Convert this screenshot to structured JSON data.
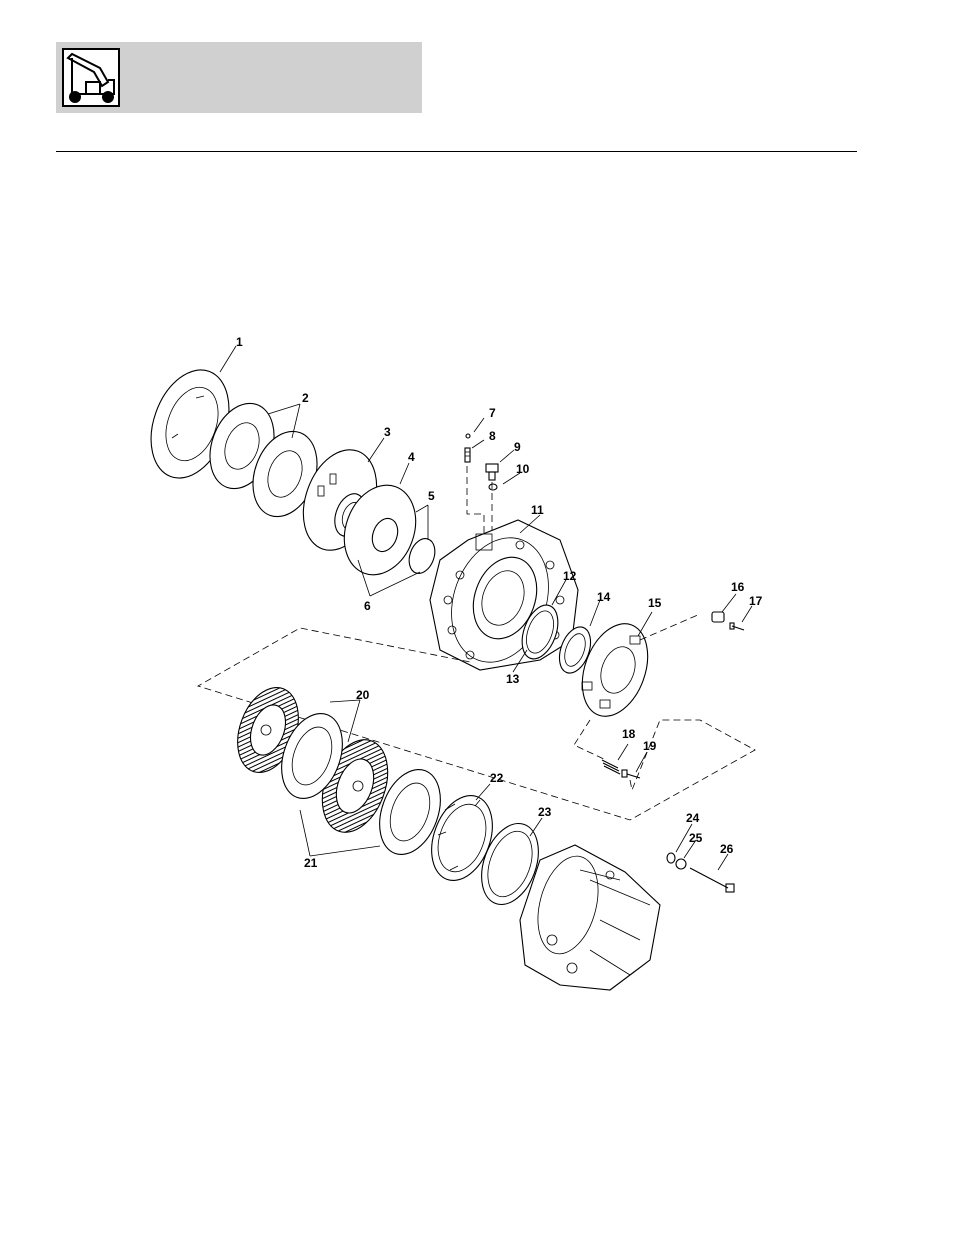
{
  "header": {
    "logo_icon": "loader-vehicle-icon"
  },
  "diagram": {
    "callouts": [
      "1",
      "2",
      "3",
      "4",
      "5",
      "6",
      "7",
      "8",
      "9",
      "10",
      "11",
      "12",
      "13",
      "14",
      "15",
      "16",
      "17",
      "18",
      "19",
      "20",
      "21",
      "22",
      "23",
      "24",
      "25",
      "26"
    ]
  }
}
